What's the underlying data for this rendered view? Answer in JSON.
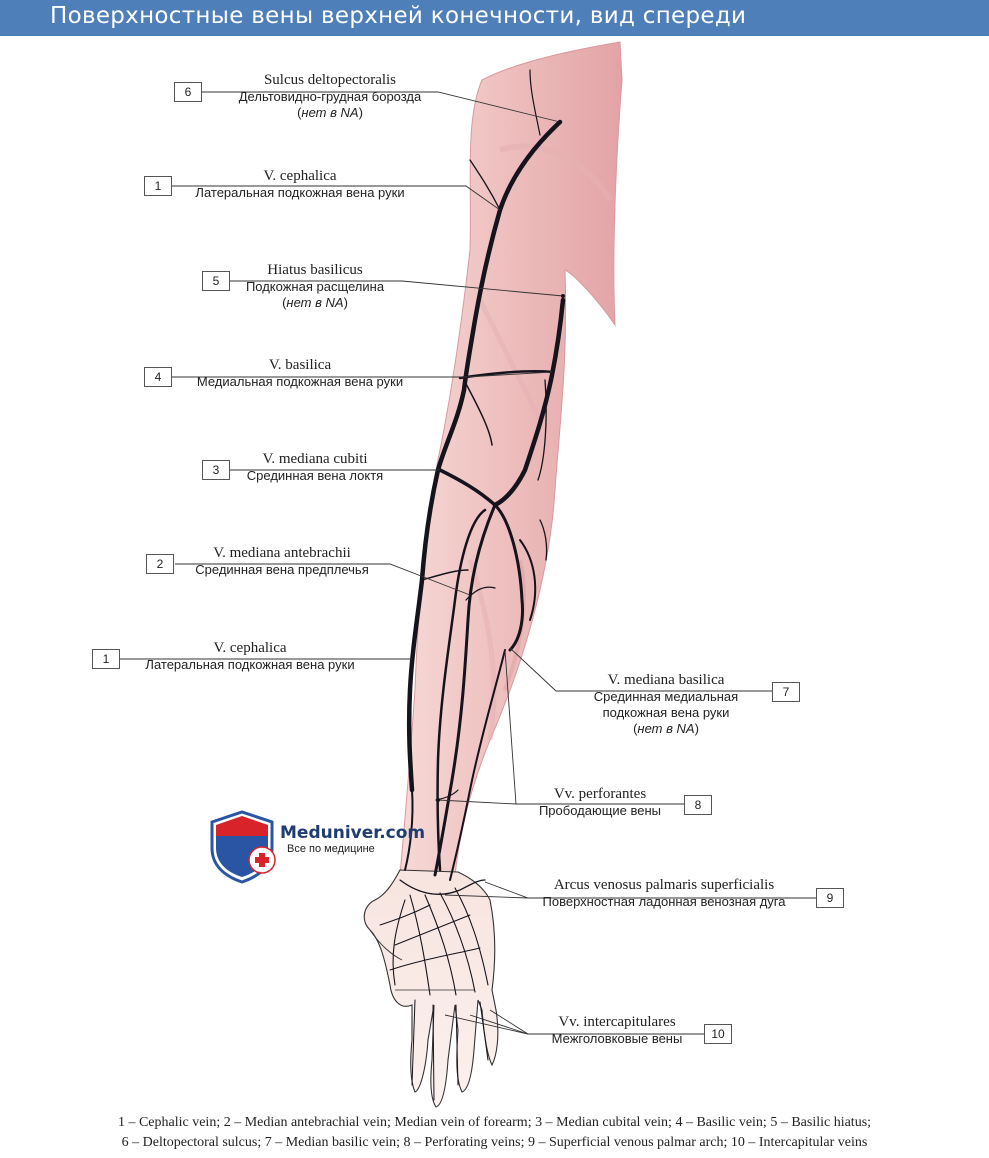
{
  "title": "Поверхностные вены верхней конечности, вид спереди",
  "labels": [
    {
      "key": "l6",
      "number": "6",
      "latin": "Sulcus deltopectoralis",
      "russian": "Дельтовидно-грудная борозда",
      "na_prefix": "(",
      "na_italic": "нет в NA",
      "na_suffix": ")"
    },
    {
      "key": "l1a",
      "number": "1",
      "latin": "V. cephalica",
      "russian": "Латеральная подкожная вена руки"
    },
    {
      "key": "l5",
      "number": "5",
      "latin": "Hiatus basilicus",
      "russian": "Подкожная расщелина",
      "na_prefix": "(",
      "na_italic": "нет в NA",
      "na_suffix": ")"
    },
    {
      "key": "l4",
      "number": "4",
      "latin": "V. basilica",
      "russian": "Медиальная подкожная вена руки"
    },
    {
      "key": "l3",
      "number": "3",
      "latin": "V. mediana cubiti",
      "russian": "Срединная вена локтя"
    },
    {
      "key": "l2",
      "number": "2",
      "latin": "V. mediana antebrachii",
      "russian": "Срединная вена предплечья"
    },
    {
      "key": "l1b",
      "number": "1",
      "latin": "V. cephalica",
      "russian": "Латеральная подкожная вена руки"
    },
    {
      "key": "l7",
      "number": "7",
      "latin": "V. mediana basilica",
      "russian": "Срединная медиальная подкожная вена руки",
      "russian_lines": [
        "Срединная медиальная",
        "подкожная вена руки"
      ],
      "na_prefix": "(",
      "na_italic": "нет в NA",
      "na_suffix": ")"
    },
    {
      "key": "l8",
      "number": "8",
      "latin": "Vv. perforantes",
      "russian": "Прободающие вены"
    },
    {
      "key": "l9",
      "number": "9",
      "latin": "Arcus venosus palmaris superficialis",
      "russian": "Поверхностная ладонная венозная дуга"
    },
    {
      "key": "l10",
      "number": "10",
      "latin": "Vv. intercapitulares",
      "russian": "Межголовковые вены"
    }
  ],
  "logo": {
    "name": "Meduniver.com",
    "slogan": "Все по медицине"
  },
  "caption": {
    "line1": "1 – Cephalic vein; 2 – Median antebrachial vein; Median vein of forearm; 3 – Median cubital vein; 4 – Basilic vein; 5 – Basilic hiatus;",
    "line2": "6 – Deltopectoral sulcus; 7 – Median basilic vein; 8 – Perforating veins; 9 – Superficial venous palmar arch; 10 – Intercapitular veins"
  },
  "colors": {
    "title_bar": "#4f7fb9",
    "skin": "#f0c4c2",
    "skin_shade": "#e3a4a6",
    "vein": "#15131c",
    "logo_blue": "#2a55a5",
    "logo_red": "#d8232a"
  }
}
